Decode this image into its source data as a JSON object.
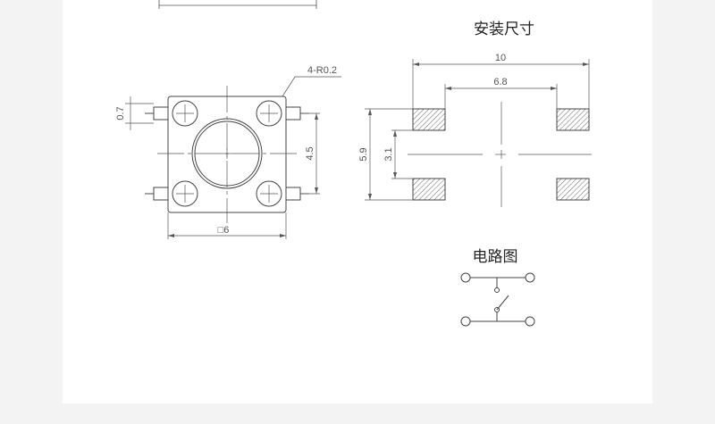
{
  "colors": {
    "background": "#f3f3f3",
    "panel": "#ffffff",
    "line": "#444444",
    "text": "#222222",
    "hatch": "#666666"
  },
  "top_view": {
    "corner_label": "4-R0.2",
    "pin_width_label": "0.7",
    "pitch_label": "4.5",
    "body_size_label": "□6"
  },
  "mounting": {
    "heading": "安装尺寸",
    "overall_width_label": "10",
    "inner_width_label": "6.8",
    "overall_height_label": "5.9",
    "inner_height_label": "3.1"
  },
  "circuit": {
    "heading": "电路图"
  }
}
